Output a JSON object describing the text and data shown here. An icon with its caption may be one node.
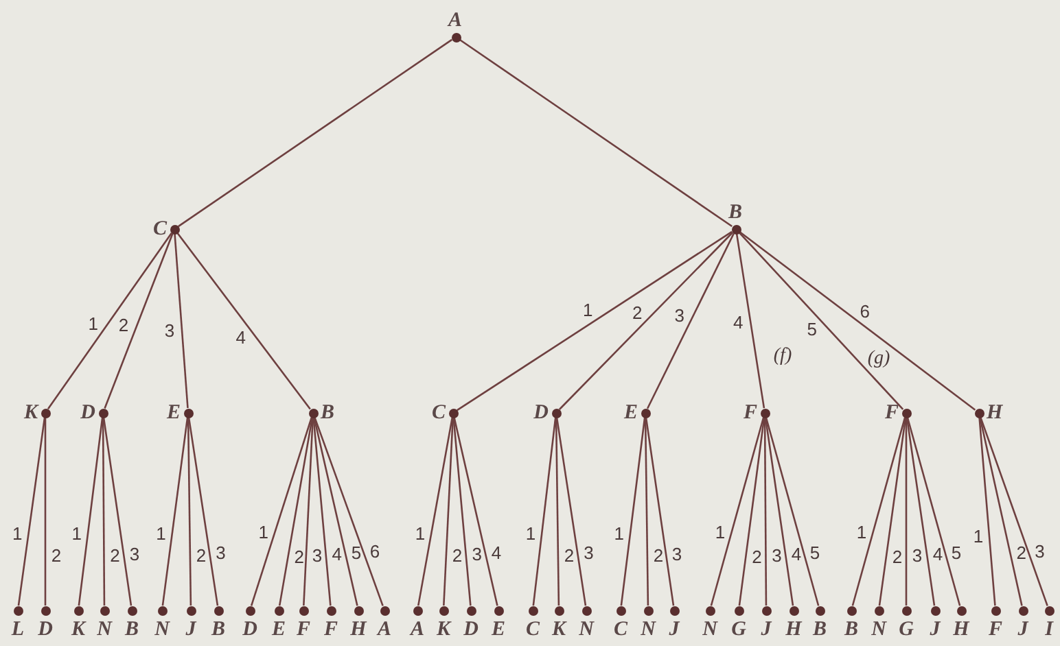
{
  "diagram": {
    "nodes": [
      {
        "text": [
          "A"
        ]
      },
      {
        "text": [
          "C"
        ]
      },
      {
        "text": [
          "B"
        ]
      },
      {
        "text": [
          "K"
        ]
      },
      {
        "text": [
          "D"
        ]
      },
      {
        "text": [
          "E"
        ]
      },
      {
        "text": [
          "B"
        ]
      },
      {
        "text": [
          "C"
        ]
      },
      {
        "text": [
          "D"
        ]
      },
      {
        "text": [
          "E"
        ]
      },
      {
        "text": [
          "F"
        ]
      },
      {
        "text": [
          "F"
        ]
      },
      {
        "text": [
          "H"
        ]
      },
      {
        "text": [
          "L"
        ]
      },
      {
        "text": [
          "D"
        ]
      },
      {
        "text": [
          "K"
        ]
      },
      {
        "text": [
          "N"
        ]
      },
      {
        "text": [
          "B"
        ]
      },
      {
        "text": [
          "N"
        ]
      },
      {
        "text": [
          "J"
        ]
      },
      {
        "text": [
          "B"
        ]
      },
      {
        "text": [
          "D"
        ]
      },
      {
        "text": [
          "E"
        ]
      },
      {
        "text": [
          "F"
        ]
      },
      {
        "text": [
          "F"
        ]
      },
      {
        "text": [
          "H"
        ]
      },
      {
        "text": [
          "A"
        ]
      },
      {
        "text": [
          "A"
        ]
      },
      {
        "text": [
          "K"
        ]
      },
      {
        "text": [
          "D"
        ]
      },
      {
        "text": [
          "E"
        ]
      },
      {
        "text": [
          "C"
        ]
      },
      {
        "text": [
          "K"
        ]
      },
      {
        "text": [
          "N"
        ]
      },
      {
        "text": [
          "C"
        ]
      },
      {
        "text": [
          "N"
        ]
      },
      {
        "text": [
          "J"
        ]
      },
      {
        "text": [
          "N"
        ]
      },
      {
        "text": [
          "G"
        ]
      },
      {
        "text": [
          "J"
        ]
      },
      {
        "text": [
          "H"
        ]
      },
      {
        "text": [
          "B"
        ]
      },
      {
        "text": [
          "B"
        ]
      },
      {
        "text": [
          "N"
        ]
      },
      {
        "text": [
          "G"
        ]
      },
      {
        "text": [
          "J"
        ]
      },
      {
        "text": [
          "H"
        ]
      },
      {
        "text": [
          "F"
        ]
      },
      {
        "text": [
          "J"
        ]
      },
      {
        "text": [
          "I"
        ]
      }
    ],
    "edges": [
      {
        "from": 0,
        "to": 1,
        "arrow": "none"
      },
      {
        "from": 0,
        "to": 2,
        "arrow": "none"
      },
      {
        "from": 1,
        "to": 3,
        "arrow": "none",
        "label": "1"
      },
      {
        "from": 1,
        "to": 4,
        "arrow": "none",
        "label": "2"
      },
      {
        "from": 1,
        "to": 5,
        "arrow": "none",
        "label": "3"
      },
      {
        "from": 1,
        "to": 6,
        "arrow": "none",
        "label": "4"
      },
      {
        "from": 2,
        "to": 7,
        "arrow": "none",
        "label": "1"
      },
      {
        "from": 2,
        "to": 8,
        "arrow": "none",
        "label": "2"
      },
      {
        "from": 2,
        "to": 9,
        "arrow": "none",
        "label": "3"
      },
      {
        "from": 2,
        "to": 10,
        "arrow": "none",
        "label": "4"
      },
      {
        "from": 2,
        "to": 11,
        "arrow": "none",
        "label": "5"
      },
      {
        "from": 2,
        "to": 12,
        "arrow": "none",
        "label": "6"
      },
      {
        "from": 3,
        "to": 13,
        "arrow": "none",
        "label": "1"
      },
      {
        "from": 3,
        "to": 14,
        "arrow": "none",
        "label": "2"
      },
      {
        "from": 4,
        "to": 15,
        "arrow": "none",
        "label": "1"
      },
      {
        "from": 4,
        "to": 16,
        "arrow": "none",
        "label": "2"
      },
      {
        "from": 4,
        "to": 17,
        "arrow": "none",
        "label": "3"
      },
      {
        "from": 5,
        "to": 18,
        "arrow": "none",
        "label": "1"
      },
      {
        "from": 5,
        "to": 19,
        "arrow": "none",
        "label": "2"
      },
      {
        "from": 5,
        "to": 20,
        "arrow": "none",
        "label": "3"
      },
      {
        "from": 6,
        "to": 21,
        "arrow": "none",
        "label": "1"
      },
      {
        "from": 6,
        "to": 22,
        "arrow": "none",
        "label": "2"
      },
      {
        "from": 6,
        "to": 23,
        "arrow": "none",
        "label": "3"
      },
      {
        "from": 6,
        "to": 24,
        "arrow": "none",
        "label": "4"
      },
      {
        "from": 6,
        "to": 25,
        "arrow": "none",
        "label": "5"
      },
      {
        "from": 6,
        "to": 26,
        "arrow": "none",
        "label": "6"
      },
      {
        "from": 7,
        "to": 27,
        "arrow": "none",
        "label": "1"
      },
      {
        "from": 7,
        "to": 28,
        "arrow": "none",
        "label": "2"
      },
      {
        "from": 7,
        "to": 29,
        "arrow": "none",
        "label": "3"
      },
      {
        "from": 7,
        "to": 30,
        "arrow": "none",
        "label": "4"
      },
      {
        "from": 8,
        "to": 31,
        "arrow": "none",
        "label": "1"
      },
      {
        "from": 8,
        "to": 32,
        "arrow": "none",
        "label": "2"
      },
      {
        "from": 8,
        "to": 33,
        "arrow": "none",
        "label": "3"
      },
      {
        "from": 9,
        "to": 34,
        "arrow": "none",
        "label": "1"
      },
      {
        "from": 9,
        "to": 35,
        "arrow": "none",
        "label": "2"
      },
      {
        "from": 9,
        "to": 36,
        "arrow": "none",
        "label": "3"
      },
      {
        "from": 10,
        "to": 37,
        "arrow": "none",
        "label": "1"
      },
      {
        "from": 10,
        "to": 38,
        "arrow": "none",
        "label": "2"
      },
      {
        "from": 10,
        "to": 39,
        "arrow": "none",
        "label": "3"
      },
      {
        "from": 10,
        "to": 40,
        "arrow": "none",
        "label": "4"
      },
      {
        "from": 10,
        "to": 41,
        "arrow": "none",
        "label": "5"
      },
      {
        "from": 11,
        "to": 42,
        "arrow": "none",
        "label": "1"
      },
      {
        "from": 11,
        "to": 43,
        "arrow": "none",
        "label": "2"
      },
      {
        "from": 11,
        "to": 44,
        "arrow": "none",
        "label": "3"
      },
      {
        "from": 11,
        "to": 45,
        "arrow": "none",
        "label": "4"
      },
      {
        "from": 11,
        "to": 46,
        "arrow": "none",
        "label": "5"
      },
      {
        "from": 12,
        "to": 47,
        "arrow": "none",
        "label": "1"
      },
      {
        "from": 12,
        "to": 48,
        "arrow": "none",
        "label": "2"
      },
      {
        "from": 12,
        "to": 49,
        "arrow": "none",
        "label": "3"
      }
    ],
    "labels": [
      "(f)",
      "(g)"
    ]
  }
}
